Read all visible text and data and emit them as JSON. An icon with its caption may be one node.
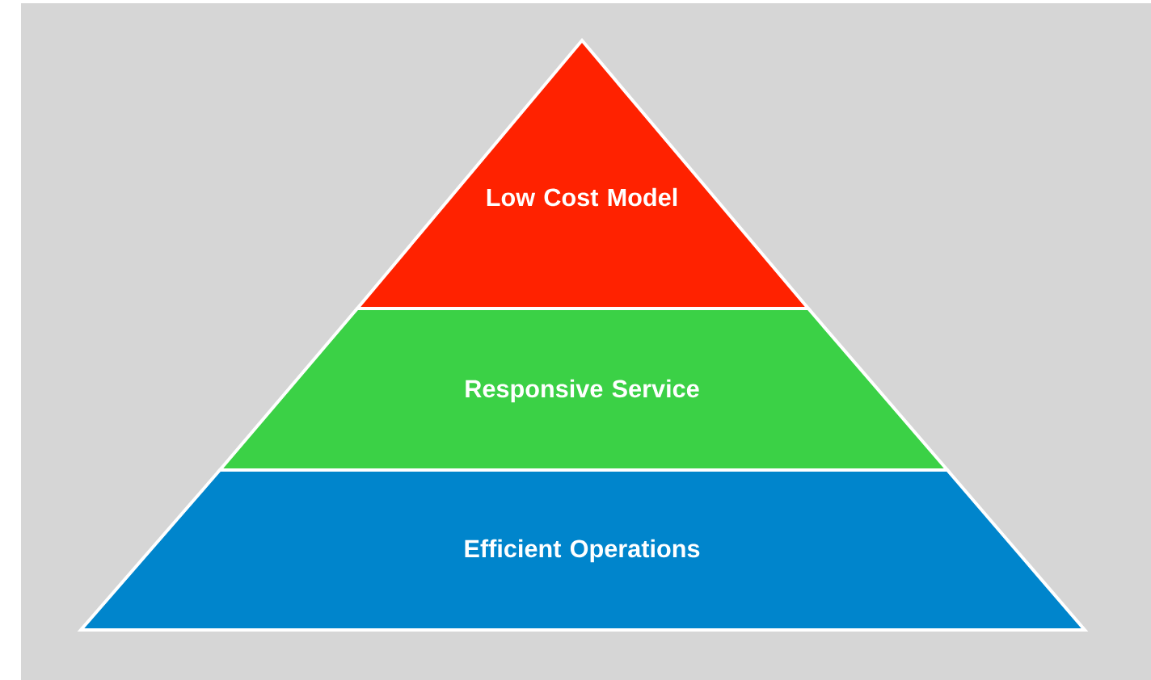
{
  "diagram": {
    "nodes": [
      {
        "text": [
          "Low Cost Model"
        ]
      },
      {
        "text": [
          "Responsive Service"
        ]
      },
      {
        "text": [
          "Efficient Operations"
        ]
      }
    ]
  }
}
